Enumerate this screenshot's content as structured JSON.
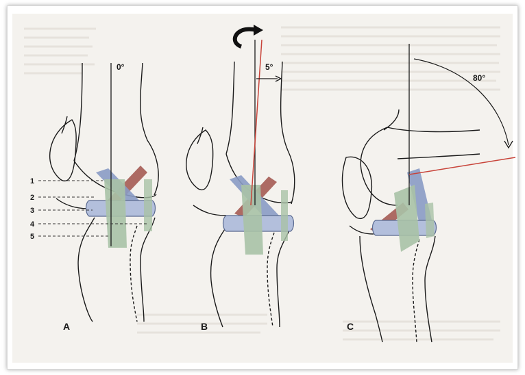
{
  "panels": [
    {
      "id": "A",
      "label": "A",
      "angle_label": "0°"
    },
    {
      "id": "B",
      "label": "B",
      "angle_label": "5°"
    },
    {
      "id": "C",
      "label": "C",
      "angle_label": "80°"
    }
  ],
  "legend_numbers": [
    "1",
    "2",
    "3",
    "4",
    "5"
  ],
  "colors": {
    "bone_outline": "#1a1a1a",
    "ligament_blue": "#8a9bc4",
    "ligament_red": "#a0524a",
    "ligament_green": "#a9c2a6",
    "meniscus": "#b3bfdc",
    "axis_red": "#c8443a",
    "page_ghost_text": "#e8e4de"
  }
}
